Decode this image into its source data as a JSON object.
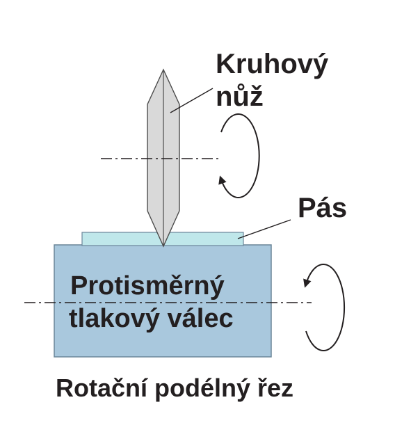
{
  "labels": {
    "knife_line1": "Kruhový",
    "knife_line2": "nůž",
    "belt": "Pás",
    "roller_line1": "Protisměrný",
    "roller_line2": "tlakový válec",
    "caption": "Rotační podélný řez"
  },
  "colors": {
    "ink": "#231f20",
    "knife_fill": "#d9d9d9",
    "belt_fill": "#bfe7ea",
    "roller_fill": "#a9c8dd",
    "roller_stroke": "#6b8699"
  },
  "icons": {
    "knife_rotation": "circular-arrow-icon",
    "roller_rotation": "circular-arrow-icon"
  }
}
